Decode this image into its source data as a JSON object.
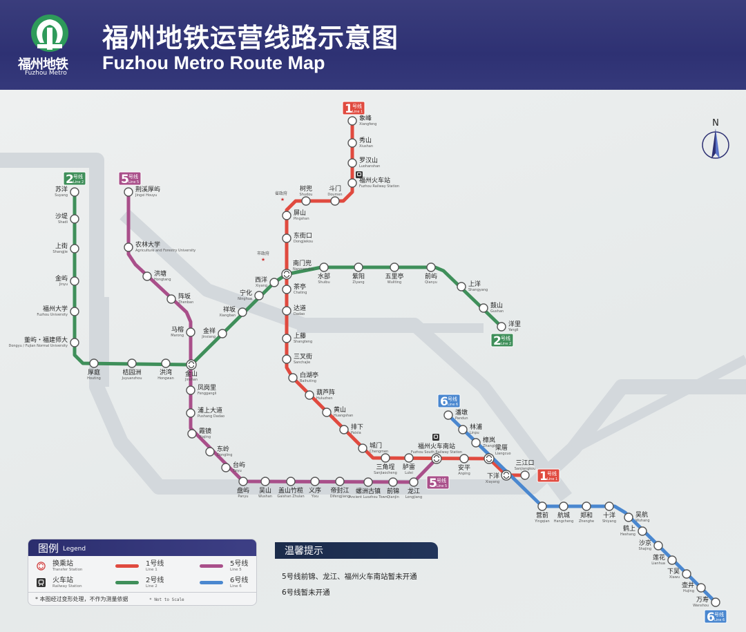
{
  "header": {
    "logo_zh": "福州地铁",
    "logo_en": "Fuzhou Metro",
    "title_zh": "福州地铁运营线路示意图",
    "title_en": "Fuzhou Metro Route Map"
  },
  "north_label": "N",
  "colors": {
    "line1": "#e04a3f",
    "line2": "#3f8f5a",
    "line5": "#a94f8a",
    "line6": "#4a87cf",
    "header": "#2e3173"
  },
  "landmarks": {
    "provincial_gov": "省政府",
    "city_gov": "市政府"
  },
  "lines": [
    {
      "id": "l1",
      "badge_num": "1",
      "badge_zh": "号线",
      "badge_en": "Line 1",
      "color": "#e04a3f",
      "stations": [
        "xiangfeng",
        "xiushan",
        "luohanshan",
        "fzrail",
        "doumen",
        "shudou",
        "pingshan",
        "dongjiekou",
        "nanmendou",
        "chating",
        "dadao",
        "shangteng",
        "sanchajie",
        "baihuting",
        "huluzhen",
        "huangshan",
        "paixia",
        "chengmen",
        "sanjiaocheng",
        "lulei",
        "fzsouth",
        "anping",
        "liangcuo",
        "xiayang",
        "sanjiangkou"
      ]
    },
    {
      "id": "l2",
      "badge_num": "2",
      "badge_zh": "号线",
      "badge_en": "Line 2",
      "color": "#3f8f5a",
      "stations": [
        "suyang",
        "shadi",
        "shangjie",
        "jinyu",
        "fzu",
        "dongyu",
        "houting",
        "juyuanzhou",
        "hongwan",
        "jinshan",
        "jinxiang",
        "xiangban",
        "ninghua",
        "xiyang",
        "nanmendou",
        "shuibu",
        "ziyang",
        "wuliting",
        "qianyu",
        "shangyang",
        "gushan",
        "yangli"
      ]
    },
    {
      "id": "l5",
      "badge_num": "5",
      "badge_zh": "号线",
      "badge_en": "Line 5",
      "color": "#a94f8a",
      "stations": [
        "jingxi",
        "nonglin",
        "hongtang",
        "zhenban",
        "marong",
        "jinshan",
        "fenggangli",
        "pushang",
        "xiajing",
        "dongling",
        "taiyu",
        "panyu",
        "wushan",
        "gaishan",
        "yixu",
        "difengjiang",
        "luozhou",
        "qianjin",
        "longjiang",
        "fzsouth"
      ]
    },
    {
      "id": "l6",
      "badge_num": "6",
      "badge_zh": "号线",
      "badge_en": "Line 6",
      "color": "#4a87cf",
      "stations": [
        "pandun",
        "linpu",
        "zhanglan",
        "liangcuo",
        "xiayang",
        "yingqian",
        "hangcheng",
        "zhenghe",
        "shiyang",
        "wuhang",
        "heshang",
        "shajing",
        "lianhua",
        "xiawu",
        "hujing",
        "wanshou"
      ]
    }
  ],
  "stations": {
    "xiangfeng": {
      "zh": "象峰",
      "en": "Xiangfeng"
    },
    "xiushan": {
      "zh": "秀山",
      "en": "Xiushan"
    },
    "luohanshan": {
      "zh": "罗汉山",
      "en": "Luohanshan"
    },
    "fzrail": {
      "zh": "福州火车站",
      "en": "Fuzhou Railway Station"
    },
    "doumen": {
      "zh": "斗门",
      "en": "Doumen"
    },
    "shudou": {
      "zh": "树兜",
      "en": "Shudou"
    },
    "pingshan": {
      "zh": "屏山",
      "en": "Pingshan"
    },
    "dongjiekou": {
      "zh": "东街口",
      "en": "Dongjiekou"
    },
    "nanmendou": {
      "zh": "南门兜",
      "en": "Nanmendou"
    },
    "chating": {
      "zh": "茶亭",
      "en": "Chating"
    },
    "dadao": {
      "zh": "达道",
      "en": "Dadao"
    },
    "shangteng": {
      "zh": "上藤",
      "en": "Shangteng"
    },
    "sanchajie": {
      "zh": "三叉街",
      "en": "Sanchajie"
    },
    "baihuting": {
      "zh": "白湖亭",
      "en": "Baihuting"
    },
    "huluzhen": {
      "zh": "葫芦阵",
      "en": "Huluzhen"
    },
    "huangshan": {
      "zh": "黄山",
      "en": "Huangshan"
    },
    "paixia": {
      "zh": "排下",
      "en": "Paixia"
    },
    "chengmen": {
      "zh": "城门",
      "en": "Chengmen"
    },
    "sanjiaocheng": {
      "zh": "三角埕",
      "en": "Sanjiaocheng"
    },
    "lulei": {
      "zh": "胪雷",
      "en": "Lulei"
    },
    "fzsouth": {
      "zh": "福州火车南站",
      "en": "Fuzhou South Railway Station"
    },
    "anping": {
      "zh": "安平",
      "en": "Anping"
    },
    "liangcuo": {
      "zh": "梁厝",
      "en": "Liangcuo"
    },
    "xiayang": {
      "zh": "下洋",
      "en": "Xiayang"
    },
    "sanjiangkou": {
      "zh": "三江口",
      "en": "Sanjiangkou"
    },
    "suyang": {
      "zh": "苏洋",
      "en": "Suyang"
    },
    "shadi": {
      "zh": "沙堤",
      "en": "Shadi"
    },
    "shangjie": {
      "zh": "上街",
      "en": "Shangjie"
    },
    "jinyu": {
      "zh": "金屿",
      "en": "Jinyu"
    },
    "fzu": {
      "zh": "福州大学",
      "en": "Fuzhou University"
    },
    "dongyu": {
      "zh": "董屿・福建师大",
      "en": "Dongyu / Fujian Normal University"
    },
    "houting": {
      "zh": "厚庭",
      "en": "Houting"
    },
    "juyuanzhou": {
      "zh": "桔园洲",
      "en": "Juyuanzhou"
    },
    "hongwan": {
      "zh": "洪湾",
      "en": "Hongwan"
    },
    "jinshan": {
      "zh": "金山",
      "en": "Jinshan"
    },
    "jinxiang": {
      "zh": "金祥",
      "en": "Jinxiang"
    },
    "xiangban": {
      "zh": "祥坂",
      "en": "Xiangban"
    },
    "ninghua": {
      "zh": "宁化",
      "en": "Ninghua"
    },
    "xiyang": {
      "zh": "西洋",
      "en": "Xiyang"
    },
    "shuibu": {
      "zh": "水部",
      "en": "Shuibu"
    },
    "ziyang": {
      "zh": "紫阳",
      "en": "Ziyang"
    },
    "wuliting": {
      "zh": "五里亭",
      "en": "Wuliting"
    },
    "qianyu": {
      "zh": "前屿",
      "en": "Qianyu"
    },
    "shangyang": {
      "zh": "上洋",
      "en": "Shangyang"
    },
    "gushan": {
      "zh": "鼓山",
      "en": "Gushan"
    },
    "yangli": {
      "zh": "洋里",
      "en": "Yangli"
    },
    "jingxi": {
      "zh": "荆溪厚屿",
      "en": "Jingxi Houyu"
    },
    "nonglin": {
      "zh": "农林大学",
      "en": "Agriculture and Forestry University"
    },
    "hongtang": {
      "zh": "洪塘",
      "en": "Hongtang"
    },
    "zhenban": {
      "zh": "阵坂",
      "en": "Zhenban"
    },
    "marong": {
      "zh": "马榕",
      "en": "Marong"
    },
    "fenggangli": {
      "zh": "凤岗里",
      "en": "Fenggangli"
    },
    "pushang": {
      "zh": "浦上大道",
      "en": "Pushang Dadao"
    },
    "xiajing": {
      "zh": "霞镜",
      "en": "Xiajing"
    },
    "dongling": {
      "zh": "东岭",
      "en": "Dongling"
    },
    "taiyu": {
      "zh": "台屿",
      "en": "Taiyu"
    },
    "panyu": {
      "zh": "盘屿",
      "en": "Panyu"
    },
    "wushan": {
      "zh": "吴山",
      "en": "Wushan"
    },
    "gaishan": {
      "zh": "盖山竹榄",
      "en": "Gaishan Zhulan"
    },
    "yixu": {
      "zh": "义序",
      "en": "Yixu"
    },
    "difengjiang": {
      "zh": "帝封江",
      "en": "Difengjiang"
    },
    "luozhou": {
      "zh": "螺洲古镇",
      "en": "Ancient Luozhou Town"
    },
    "qianjin": {
      "zh": "前锦",
      "en": "Qianjin"
    },
    "longjiang": {
      "zh": "龙江",
      "en": "Longjiang"
    },
    "pandun": {
      "zh": "潘墩",
      "en": "Pandun"
    },
    "linpu": {
      "zh": "林浦",
      "en": "Linpu"
    },
    "zhanglan": {
      "zh": "樟岚",
      "en": "Zhanglan"
    },
    "yingqian": {
      "zh": "营前",
      "en": "Yingqian"
    },
    "hangcheng": {
      "zh": "航城",
      "en": "Hangcheng"
    },
    "zhenghe": {
      "zh": "郑和",
      "en": "Zhenghe"
    },
    "shiyang": {
      "zh": "十洋",
      "en": "Shiyang"
    },
    "wuhang": {
      "zh": "吴航",
      "en": "Wuhang"
    },
    "heshang": {
      "zh": "鹤上",
      "en": "Heshang"
    },
    "shajing": {
      "zh": "沙京",
      "en": "Shajing"
    },
    "lianhua": {
      "zh": "莲花",
      "en": "Lianhua"
    },
    "xiawu": {
      "zh": "下吴",
      "en": "Xiawu"
    },
    "hujing": {
      "zh": "壶井",
      "en": "Hujing"
    },
    "wanshou": {
      "zh": "万寿",
      "en": "Wanshou"
    }
  },
  "legend": {
    "title_zh": "图例",
    "title_en": "Legend",
    "transfer_zh": "换乘站",
    "transfer_en": "Transfer Station",
    "railway_zh": "火车站",
    "railway_en": "Railway Station",
    "line1_zh": "1号线",
    "line1_en": "Line 1",
    "line2_zh": "2号线",
    "line2_en": "Line 2",
    "line5_zh": "5号线",
    "line5_en": "Line 5",
    "line6_zh": "6号线",
    "line6_en": "Line 6",
    "note_zh": "* 本图经过变形处理，不作为测量依据",
    "note_en": "* Not to Scale"
  },
  "notice": {
    "title": "温馨提示",
    "lines": [
      "5号线前锦、龙江、福州火车南站暂未开通",
      "6号线暂未开通"
    ]
  }
}
